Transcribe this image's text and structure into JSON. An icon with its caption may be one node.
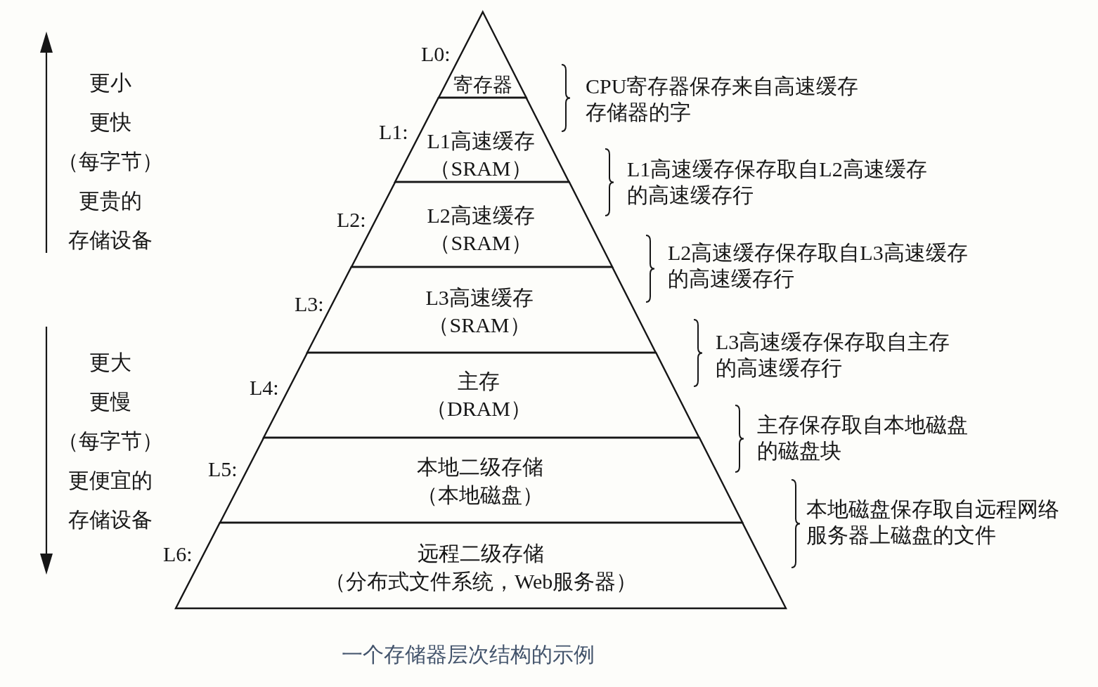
{
  "diagram": {
    "caption": "一个存储器层次结构的示例",
    "nodes": [
      {
        "text": [
          "寄存器"
        ],
        "beside": [
          "L0:"
        ]
      },
      {
        "text": [
          "L1高速缓存",
          "（SRAM）"
        ],
        "beside": [
          "L1:"
        ]
      },
      {
        "text": [
          "L2高速缓存",
          "（SRAM）"
        ],
        "beside": [
          "L2:"
        ]
      },
      {
        "text": [
          "L3高速缓存",
          "（SRAM）"
        ],
        "beside": [
          "L3:"
        ]
      },
      {
        "text": [
          "主存",
          "（DRAM）"
        ],
        "beside": [
          "L4:"
        ]
      },
      {
        "text": [
          "本地二级存储",
          "（本地磁盘）"
        ],
        "beside": [
          "L5:"
        ]
      },
      {
        "text": [
          "远程二级存储",
          "（分布式文件系统，Web服务器）"
        ],
        "beside": [
          "L6:"
        ]
      }
    ],
    "labels": [
      "更小",
      "更快",
      "（每字节）",
      "更贵的",
      "存储设备",
      "更大",
      "更慢",
      "（每字节）",
      "更便宜的",
      "存储设备",
      "CPU寄存器保存来自高速缓存存储器的字",
      "L1高速缓存保存取自L2高速缓存的高速缓存行",
      "L2高速缓存保存取自L3高速缓存的高速缓存行",
      "L3高速缓存保存取自主存的高速缓存行",
      "主存保存取自本地磁盘的磁盘块",
      "本地磁盘保存取自远程网络服务器上磁盘的文件"
    ]
  }
}
